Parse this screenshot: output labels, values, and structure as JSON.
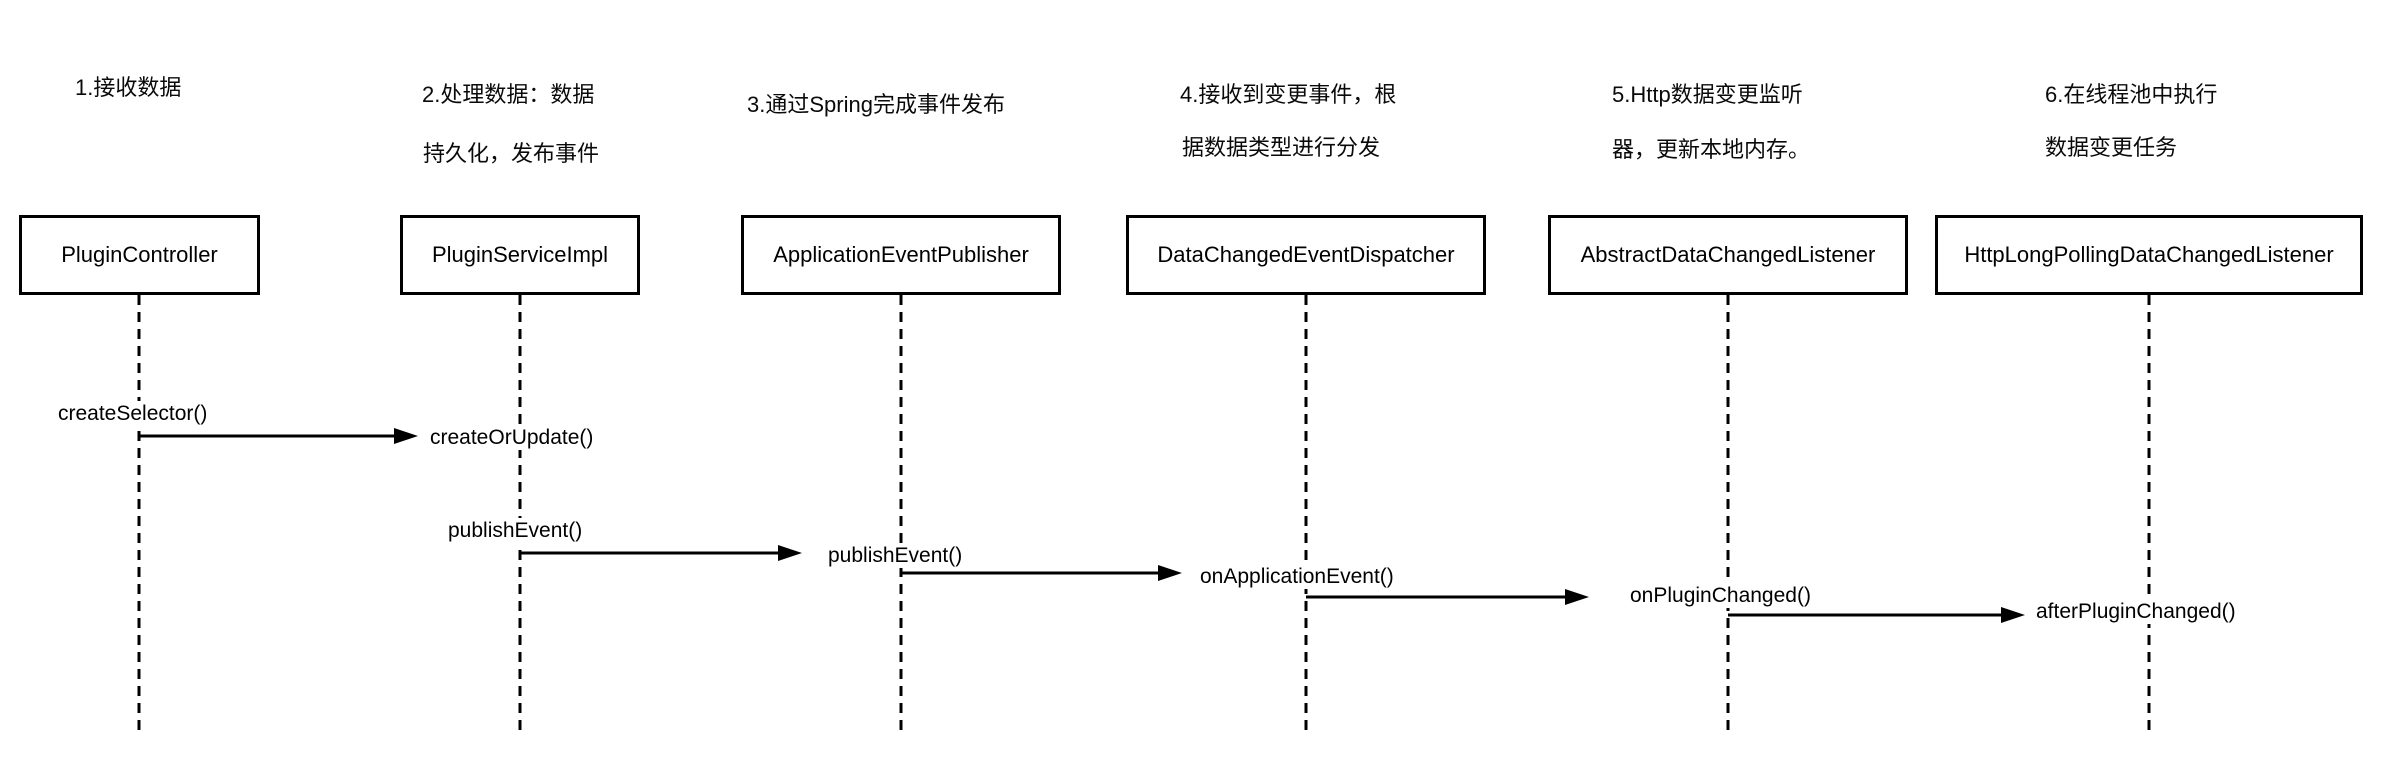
{
  "diagram": {
    "type": "sequence-diagram",
    "colors": {
      "background": "#ffffff",
      "stroke": "#000000",
      "text": "#000000"
    },
    "notes": [
      {
        "lines": [
          "1.接收数据"
        ]
      },
      {
        "lines": [
          "2.处理数据：数据",
          "持久化，发布事件"
        ]
      },
      {
        "lines": [
          "3.通过Spring完成事件发布"
        ]
      },
      {
        "lines": [
          "4.接收到变更事件，根",
          "据数据类型进行分发"
        ]
      },
      {
        "lines": [
          "5.Http数据变更监听",
          "器，更新本地内存。"
        ]
      },
      {
        "lines": [
          "6.在线程池中执行",
          "数据变更任务"
        ]
      }
    ],
    "participants": [
      {
        "label": "PluginController"
      },
      {
        "label": "PluginServiceImpl"
      },
      {
        "label": "ApplicationEventPublisher"
      },
      {
        "label": "DataChangedEventDispatcher"
      },
      {
        "label": "AbstractDataChangedListener"
      },
      {
        "label": "HttpLongPollingDataChangedListener"
      }
    ],
    "messages": [
      {
        "from": "PluginController",
        "to": "PluginServiceImpl",
        "source_label": "createSelector()",
        "target_label": "createOrUpdate()"
      },
      {
        "from": "PluginServiceImpl",
        "to": "ApplicationEventPublisher",
        "source_label": "publishEvent()",
        "target_label": "publishEvent()"
      },
      {
        "from": "ApplicationEventPublisher",
        "to": "DataChangedEventDispatcher",
        "target_label": "onApplicationEvent()"
      },
      {
        "from": "DataChangedEventDispatcher",
        "to": "AbstractDataChangedListener",
        "target_label": "onPluginChanged()"
      },
      {
        "from": "AbstractDataChangedListener",
        "to": "HttpLongPollingDataChangedListener",
        "target_label": "afterPluginChanged()"
      }
    ]
  }
}
